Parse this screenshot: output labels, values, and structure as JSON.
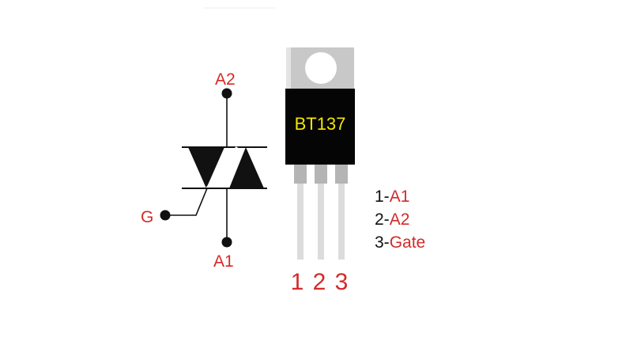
{
  "symbol": {
    "terminal_a2": "A2",
    "terminal_a1": "A1",
    "terminal_gate": "G"
  },
  "package": {
    "part_number": "BT137",
    "pin_numbers": [
      "1",
      "2",
      "3"
    ]
  },
  "pinout": [
    {
      "number": "1-",
      "name": "A1"
    },
    {
      "number": "2-",
      "name": "A2"
    },
    {
      "number": "3-",
      "name": "Gate"
    }
  ],
  "colors": {
    "label_red": "#d42a2a",
    "part_number_yellow": "#f2e600",
    "package_body": "#000000",
    "tab_metal": "#c8c8c8",
    "leads": "#dcdcdc"
  }
}
